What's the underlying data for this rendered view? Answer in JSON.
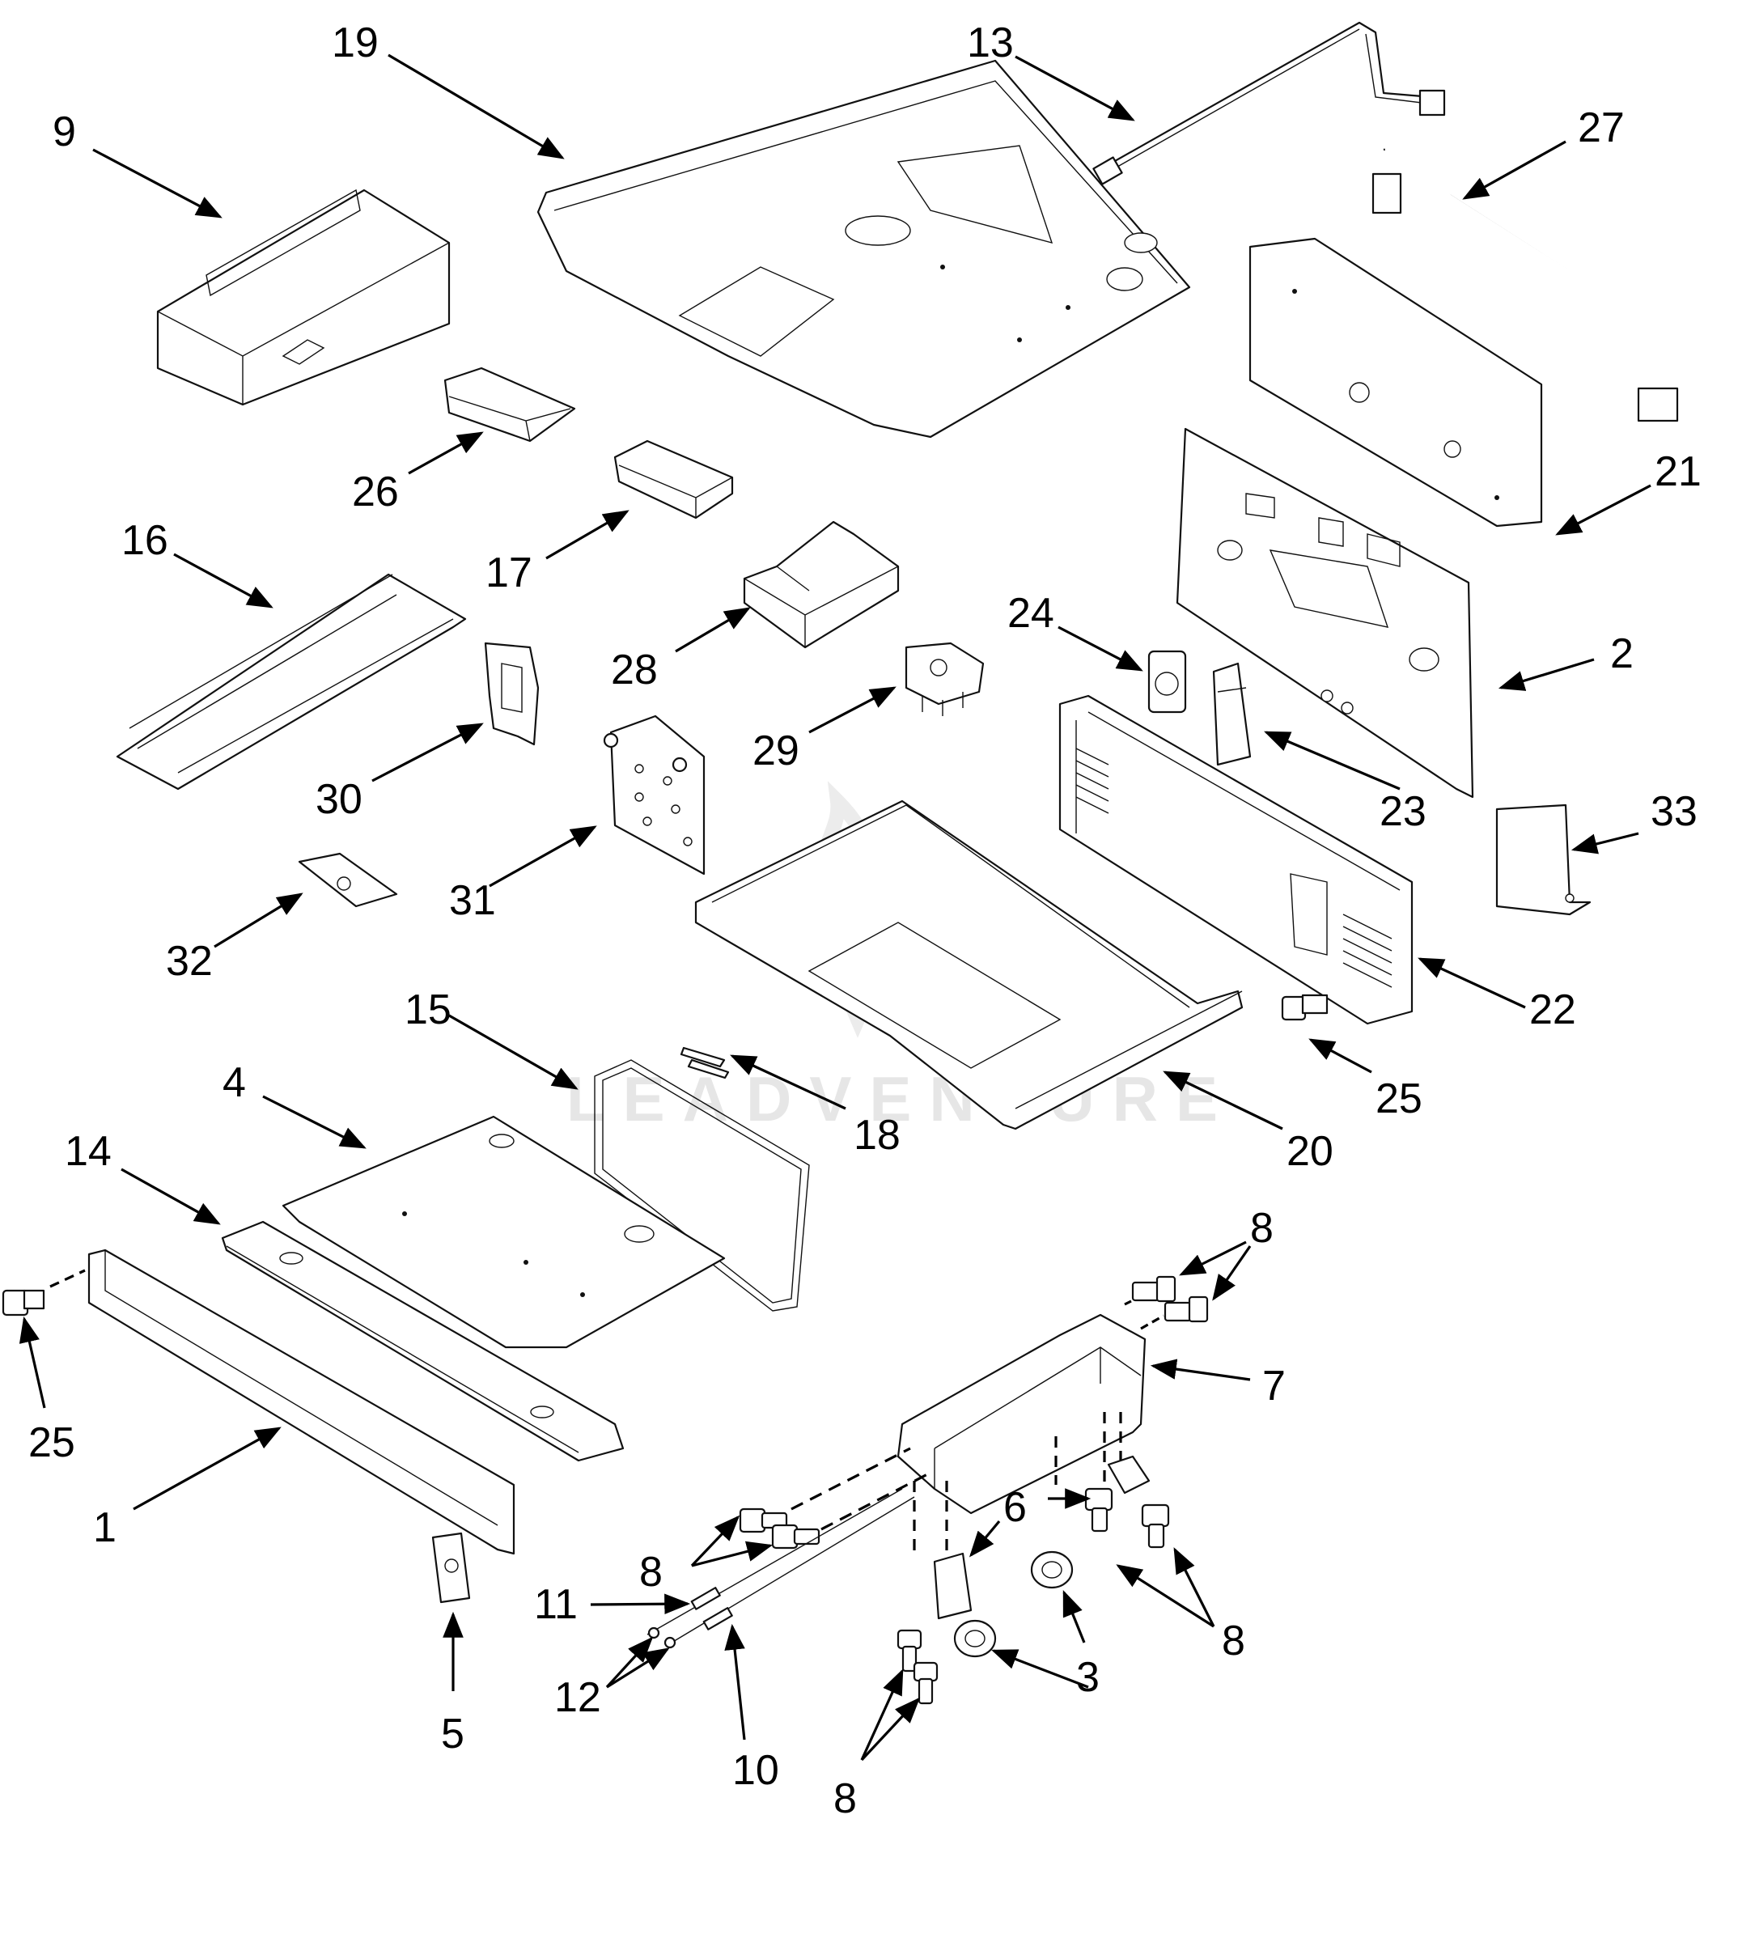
{
  "watermark": {
    "text": "LEADVENTURE"
  },
  "callouts": [
    {
      "id": "c19",
      "label": "19"
    },
    {
      "id": "c13",
      "label": "13"
    },
    {
      "id": "c9",
      "label": "9"
    },
    {
      "id": "c27",
      "label": "27"
    },
    {
      "id": "c26",
      "label": "26"
    },
    {
      "id": "c21",
      "label": "21"
    },
    {
      "id": "c16",
      "label": "16"
    },
    {
      "id": "c17",
      "label": "17"
    },
    {
      "id": "c24",
      "label": "24"
    },
    {
      "id": "c28",
      "label": "28"
    },
    {
      "id": "c2",
      "label": "2"
    },
    {
      "id": "c29",
      "label": "29"
    },
    {
      "id": "c30",
      "label": "30"
    },
    {
      "id": "c23",
      "label": "23"
    },
    {
      "id": "c33",
      "label": "33"
    },
    {
      "id": "c31",
      "label": "31"
    },
    {
      "id": "c32",
      "label": "32"
    },
    {
      "id": "c22",
      "label": "22"
    },
    {
      "id": "c15",
      "label": "15"
    },
    {
      "id": "c25a",
      "label": "25"
    },
    {
      "id": "c4",
      "label": "4"
    },
    {
      "id": "c18",
      "label": "18"
    },
    {
      "id": "c20",
      "label": "20"
    },
    {
      "id": "c14",
      "label": "14"
    },
    {
      "id": "c8a",
      "label": "8"
    },
    {
      "id": "c7",
      "label": "7"
    },
    {
      "id": "c25b",
      "label": "25"
    },
    {
      "id": "c1",
      "label": "1"
    },
    {
      "id": "c6",
      "label": "6"
    },
    {
      "id": "c8b",
      "label": "8"
    },
    {
      "id": "c11",
      "label": "11"
    },
    {
      "id": "c8c",
      "label": "8"
    },
    {
      "id": "c12",
      "label": "12"
    },
    {
      "id": "c3",
      "label": "3"
    },
    {
      "id": "c5",
      "label": "5"
    },
    {
      "id": "c10",
      "label": "10"
    },
    {
      "id": "c8d",
      "label": "8"
    }
  ]
}
